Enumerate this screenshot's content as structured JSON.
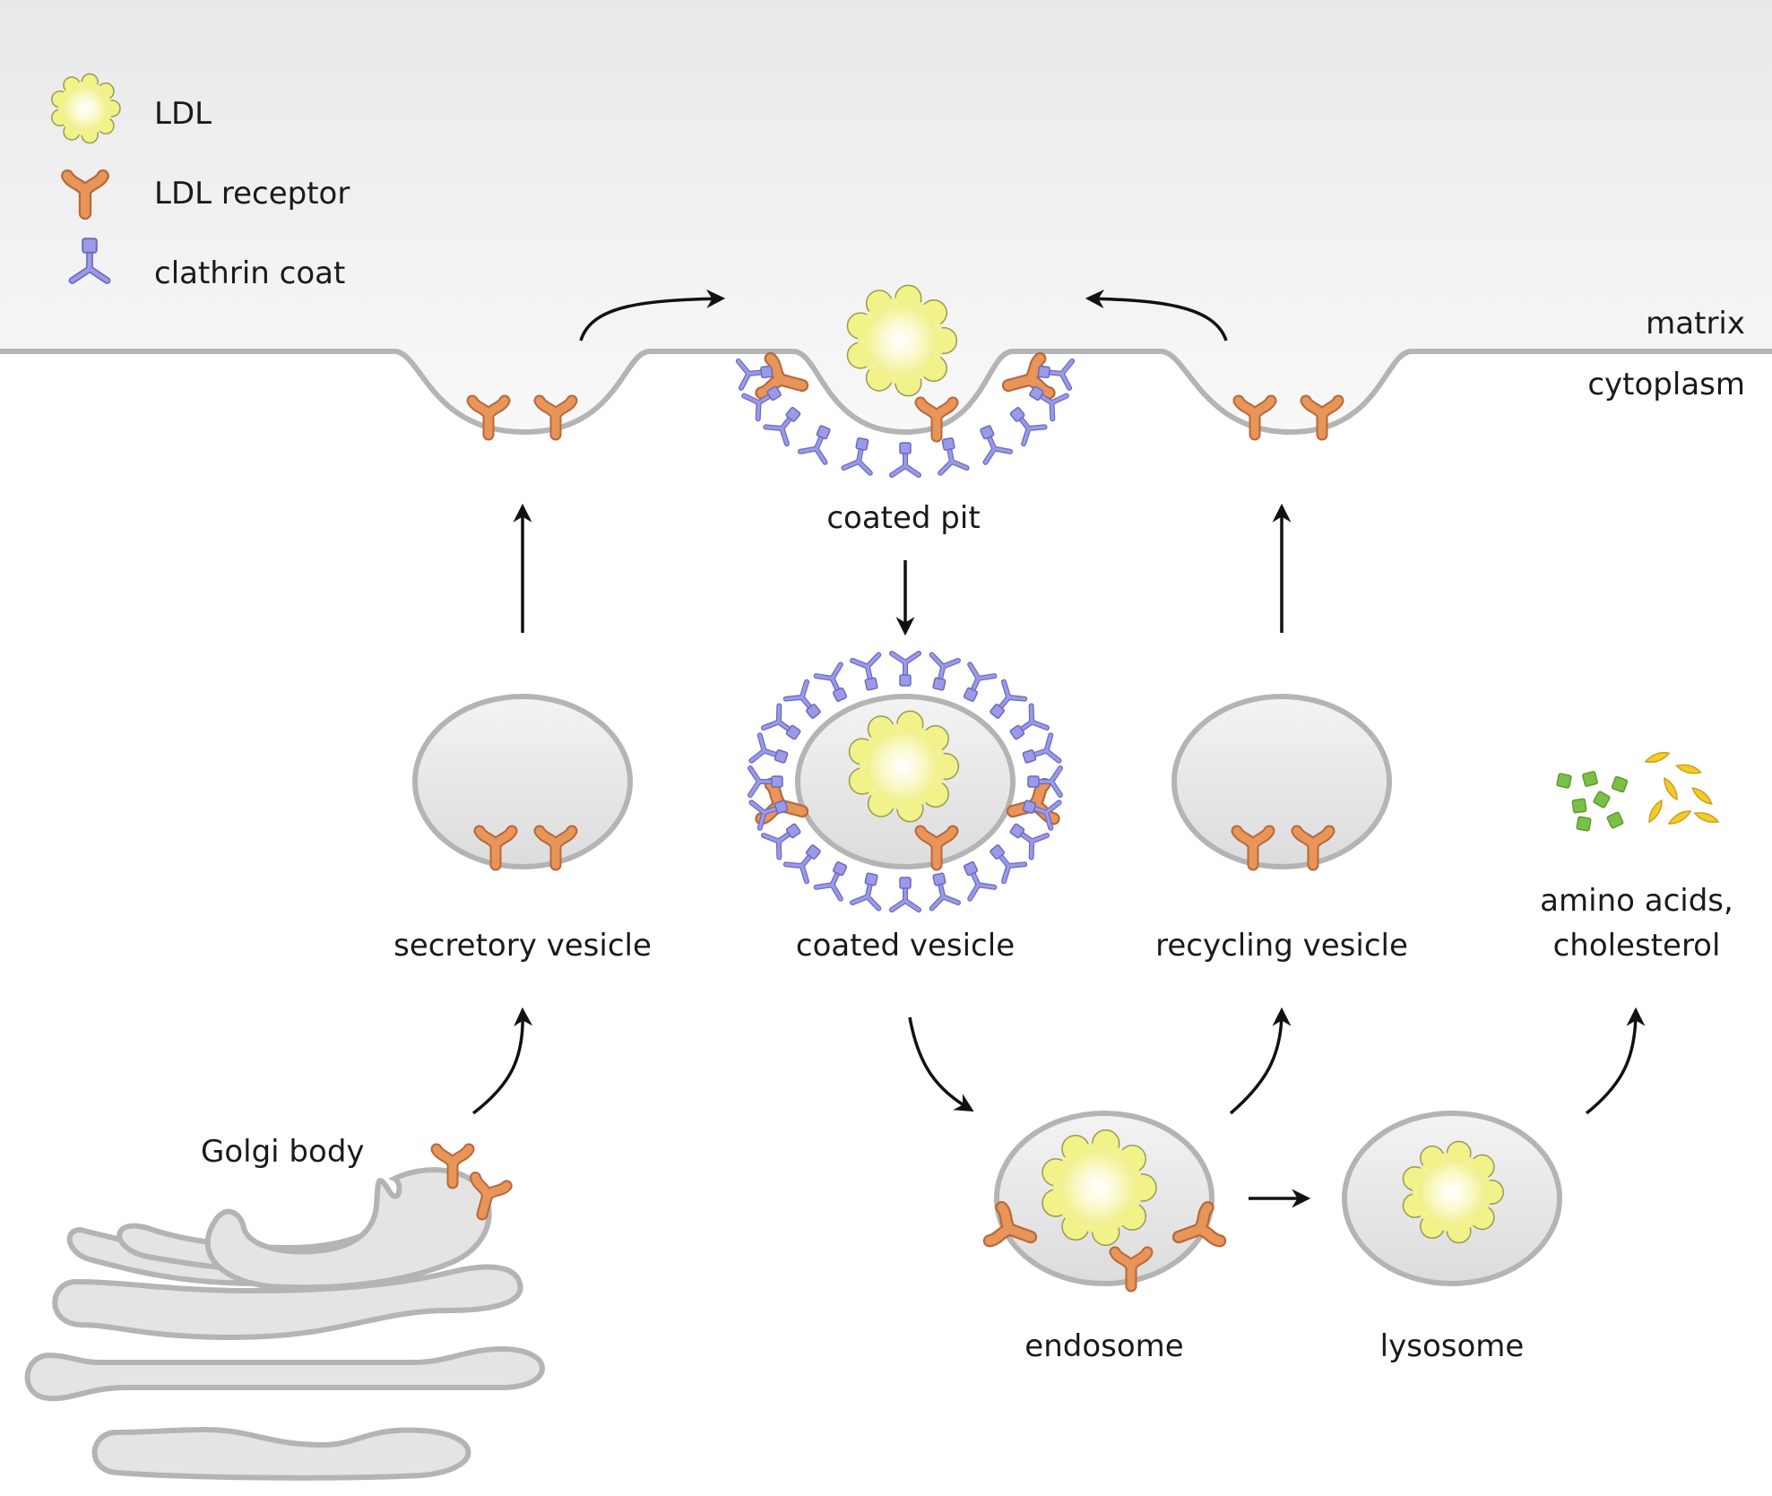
{
  "legend": {
    "ldl": "LDL",
    "ldl_receptor": "LDL receptor",
    "clathrin_coat": "clathrin coat"
  },
  "regions": {
    "matrix": "matrix",
    "cytoplasm": "cytoplasm"
  },
  "labels": {
    "coated_pit": "coated pit",
    "secretory_vesicle": "secretory vesicle",
    "coated_vesicle": "coated vesicle",
    "recycling_vesicle": "recycling vesicle",
    "amino_acids_cholesterol_line1": "amino acids,",
    "amino_acids_cholesterol_line2": "cholesterol",
    "golgi_body": "Golgi body",
    "endosome": "endosome",
    "lysosome": "lysosome"
  },
  "colors": {
    "ldl_center": "#ffffff",
    "ldl_edge": "#f2f28a",
    "receptor": "#e8955a",
    "clathrin": "#9a9ae8",
    "membrane": "#b4b4b4",
    "matrix_top": "#ececec",
    "amino_acid": "#7cbf45",
    "cholesterol": "#f2cc2a"
  }
}
